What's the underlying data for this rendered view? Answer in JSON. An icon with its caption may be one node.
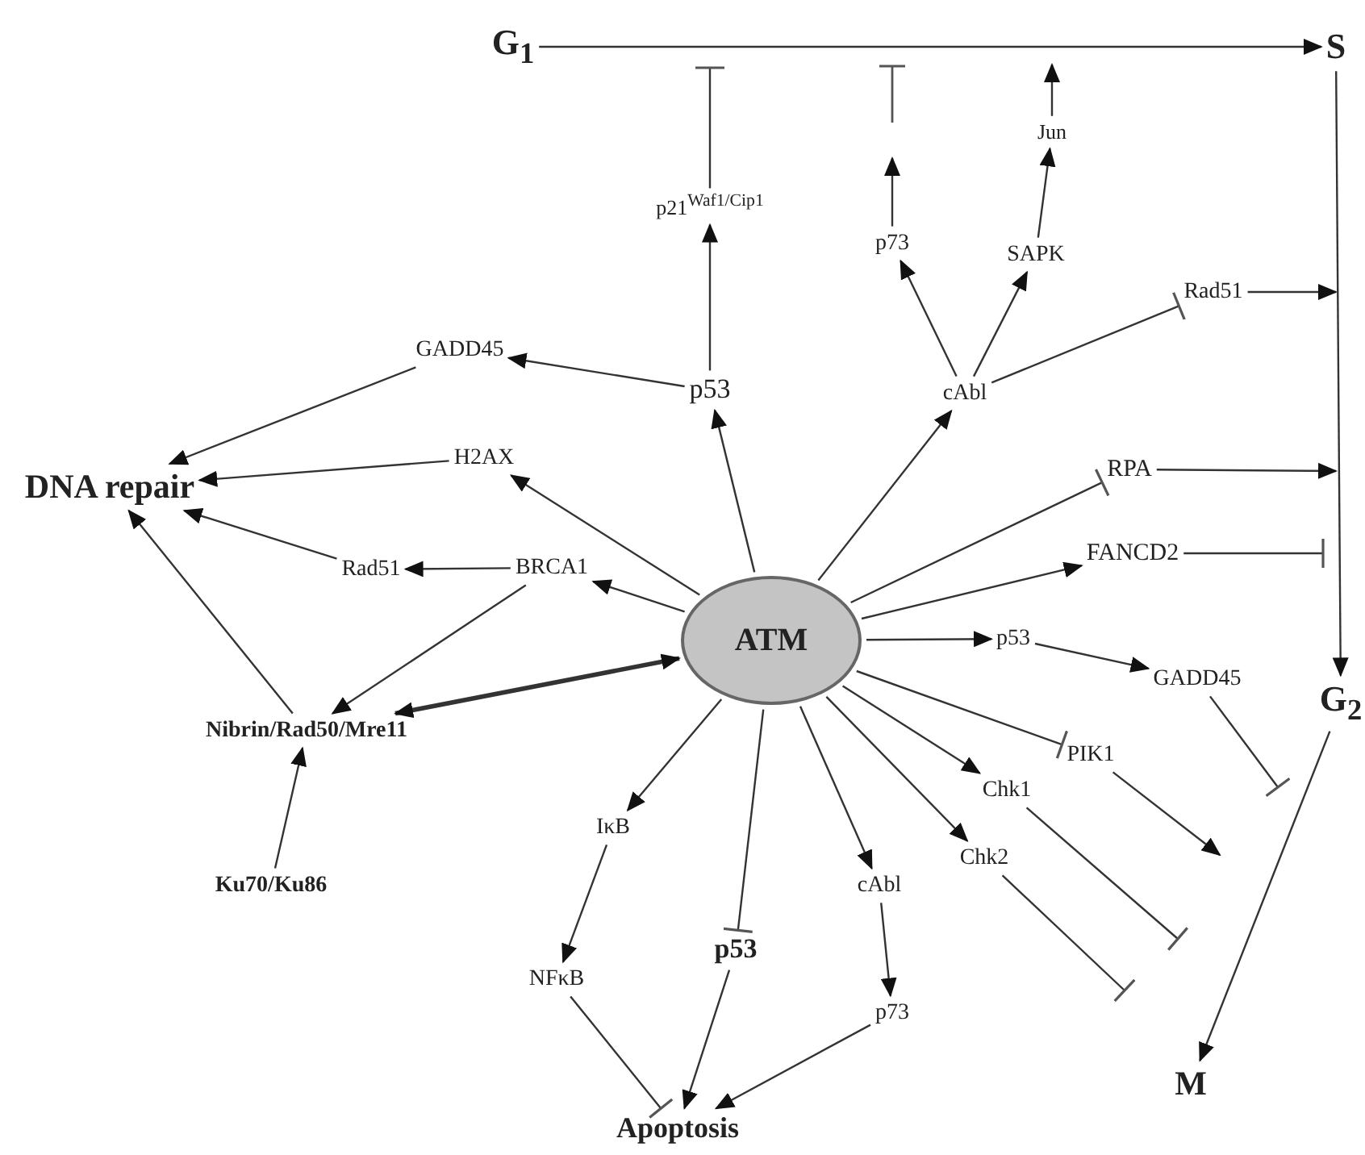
{
  "diagram": {
    "nodes": [
      {
        "text": [
          "G$_{1}$"
        ]
      },
      {
        "text": [
          "S"
        ]
      },
      {
        "text": [
          "p21$^{Waf1/Cip1}$"
        ]
      },
      {
        "text": [
          "p73"
        ]
      },
      {
        "text": [
          "Jun"
        ]
      },
      {
        "text": [
          "SAPK"
        ]
      },
      {
        "text": [
          "GADD45"
        ]
      },
      {
        "text": [
          "p53"
        ]
      },
      {
        "text": [
          "cAbl"
        ]
      },
      {
        "text": [
          "Rad51"
        ]
      },
      {
        "text": [
          "H2AX"
        ]
      },
      {
        "text": [
          "DNA repair"
        ]
      },
      {
        "text": [
          "RPA"
        ]
      },
      {
        "text": [
          "Rad51"
        ]
      },
      {
        "text": [
          "BRCA1"
        ]
      },
      {
        "text": [
          "FANCD2"
        ]
      },
      {
        "text": [
          "ATM"
        ]
      },
      {
        "text": [
          "p53"
        ]
      },
      {
        "text": [
          "GADD45"
        ]
      },
      {
        "text": [
          "G$_{2}$"
        ]
      },
      {
        "text": [
          "Nibrin/Rad50/Mre11"
        ]
      },
      {
        "text": [
          "PIK1"
        ]
      },
      {
        "text": [
          "IκB"
        ]
      },
      {
        "text": [
          "Chk1"
        ]
      },
      {
        "text": [
          "Chk2"
        ]
      },
      {
        "text": [
          "Ku70/Ku86"
        ]
      },
      {
        "text": [
          "cAbl"
        ]
      },
      {
        "text": [
          "p53"
        ]
      },
      {
        "text": [
          "NFκB"
        ]
      },
      {
        "text": [
          "p73"
        ]
      },
      {
        "text": [
          "M"
        ]
      },
      {
        "text": [
          "Apoptosis"
        ]
      }
    ],
    "edges": [
      {
        "from": 0,
        "to": 1,
        "arrow": "to"
      },
      {
        "from": 1,
        "to": 19,
        "arrow": "to"
      },
      {
        "from": 19,
        "to": 30,
        "arrow": "to"
      },
      {
        "from": 2,
        "to": null,
        "arrow": "other"
      },
      {
        "from": 3,
        "to": null,
        "arrow": "to"
      },
      {
        "from": 4,
        "to": null,
        "arrow": "to"
      },
      {
        "from": 5,
        "to": 4,
        "arrow": "to"
      },
      {
        "from": 8,
        "to": 3,
        "arrow": "to"
      },
      {
        "from": 8,
        "to": 5,
        "arrow": "to"
      },
      {
        "from": 8,
        "to": 9,
        "arrow": "other"
      },
      {
        "from": 9,
        "to": null,
        "arrow": "to"
      },
      {
        "from": 7,
        "to": 2,
        "arrow": "to"
      },
      {
        "from": 7,
        "to": 6,
        "arrow": "to"
      },
      {
        "from": 6,
        "to": 11,
        "arrow": "to"
      },
      {
        "from": 10,
        "to": 11,
        "arrow": "to"
      },
      {
        "from": 16,
        "to": 10,
        "arrow": "to"
      },
      {
        "from": 16,
        "to": 7,
        "arrow": "to"
      },
      {
        "from": 16,
        "to": 8,
        "arrow": "to"
      },
      {
        "from": 16,
        "to": 12,
        "arrow": "other"
      },
      {
        "from": 12,
        "to": null,
        "arrow": "to"
      },
      {
        "from": 16,
        "to": 15,
        "arrow": "to"
      },
      {
        "from": 15,
        "to": null,
        "arrow": "other"
      },
      {
        "from": 13,
        "to": 11,
        "arrow": "to"
      },
      {
        "from": 14,
        "to": 13,
        "arrow": "to"
      },
      {
        "from": 16,
        "to": 14,
        "arrow": "to"
      },
      {
        "from": 14,
        "to": 20,
        "arrow": "to"
      },
      {
        "from": 20,
        "to": 11,
        "arrow": "to"
      },
      {
        "from": 16,
        "to": 20,
        "arrow": "both",
        "style": "thick"
      },
      {
        "from": 25,
        "to": 20,
        "arrow": "to"
      },
      {
        "from": 16,
        "to": 17,
        "arrow": "to"
      },
      {
        "from": 17,
        "to": 18,
        "arrow": "to"
      },
      {
        "from": 18,
        "to": null,
        "arrow": "other"
      },
      {
        "from": 16,
        "to": 21,
        "arrow": "other"
      },
      {
        "from": 21,
        "to": null,
        "arrow": "to"
      },
      {
        "from": 16,
        "to": 23,
        "arrow": "to"
      },
      {
        "from": 16,
        "to": 24,
        "arrow": "to"
      },
      {
        "from": 23,
        "to": null,
        "arrow": "other"
      },
      {
        "from": 24,
        "to": null,
        "arrow": "other"
      },
      {
        "from": 16,
        "to": 22,
        "arrow": "to"
      },
      {
        "from": 22,
        "to": 28,
        "arrow": "to"
      },
      {
        "from": 28,
        "to": 31,
        "arrow": "other"
      },
      {
        "from": 16,
        "to": 27,
        "arrow": "other"
      },
      {
        "from": 27,
        "to": 31,
        "arrow": "to"
      },
      {
        "from": 16,
        "to": 26,
        "arrow": "to"
      },
      {
        "from": 26,
        "to": 29,
        "arrow": "to"
      },
      {
        "from": 29,
        "to": 31,
        "arrow": "to"
      }
    ]
  }
}
